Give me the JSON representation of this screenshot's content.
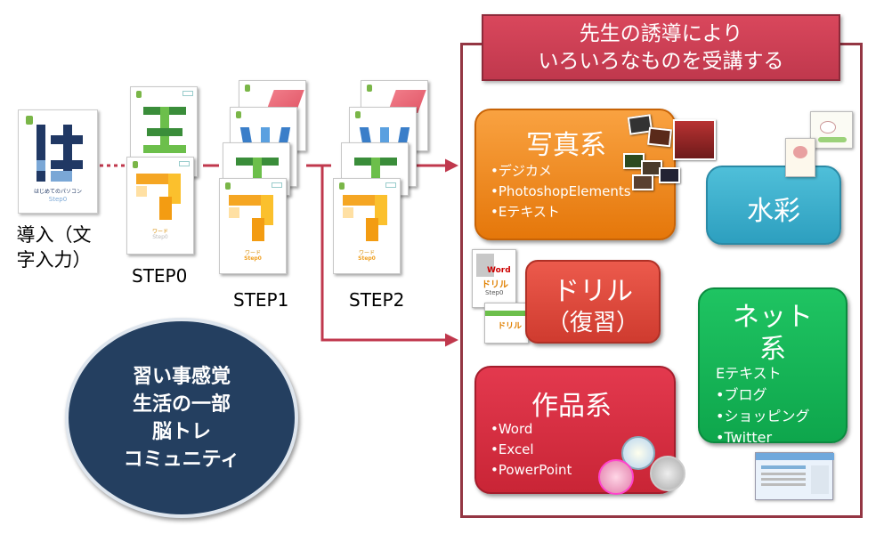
{
  "header": {
    "line1": "先生の誘導により",
    "line2": "いろいろなものを受講する"
  },
  "intro": {
    "label": "導入（文字入力）",
    "cover_line1": "はじめてのパソコン",
    "cover_step": "Step0"
  },
  "steps": [
    {
      "label": "STEP0"
    },
    {
      "label": "STEP1"
    },
    {
      "label": "STEP2"
    }
  ],
  "book_text": {
    "word_title": "ワード",
    "word_step": "Step0"
  },
  "circle": {
    "lines": [
      "習い事感覚",
      "生活の一部",
      "脳トレ",
      "コミュニティ"
    ]
  },
  "categories": {
    "photo": {
      "title": "写真系",
      "items": [
        "•デジカメ",
        "•PhotoshopElements",
        "•Eテキスト"
      ]
    },
    "watercolor": {
      "title": "水彩"
    },
    "drill": {
      "title_line1": "ドリル",
      "title_line2": "（復習）",
      "book_word": "Word",
      "book_drill": "ドリル",
      "book_step": "Step0"
    },
    "net": {
      "title_line1": "ネット",
      "title_line2": "系",
      "items": [
        "Eテキスト",
        "•ブログ",
        "•ショッピング",
        "•Twitter"
      ]
    },
    "works": {
      "title": "作品系",
      "items": [
        "•Word",
        "•Excel",
        "•PowerPoint"
      ]
    }
  },
  "colors": {
    "frame": "#943643",
    "header": "#c0384d",
    "photo": "#f08c1f",
    "watercolor": "#35a9c7",
    "drill": "#dd4637",
    "net": "#13b356",
    "works": "#d32e41",
    "circle": "#243f60",
    "connector": "#c0384d"
  }
}
